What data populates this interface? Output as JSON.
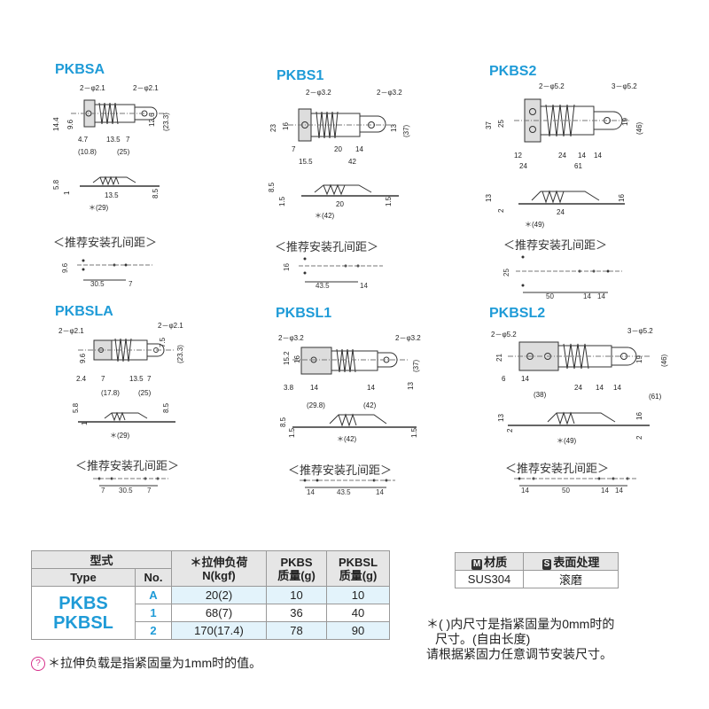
{
  "titles": {
    "pkbsa": "PKBSA",
    "pkbs1": "PKBS1",
    "pkbs2": "PKBS2",
    "pkbsla": "PKBSLA",
    "pkbsl1": "PKBSL1",
    "pkbsl2": "PKBSL2"
  },
  "hole_caption": "＜推荐安装孔间距＞",
  "dims": {
    "pkbsa": {
      "h1": "2－φ2.1",
      "h2": "2－φ2.1",
      "d144": "14.4",
      "d96": "9.6",
      "d47": "4.7",
      "d108": "(10.8)",
      "d135": "13.5",
      "d7": "7",
      "d25": "(25)",
      "d126": "12.6",
      "d233": "(23.3)",
      "d58": "5.8",
      "d1": "1",
      "d135b": "13.5",
      "d85": "8.5",
      "d29": "＊(29)",
      "hd96": "9.6",
      "hd305": "30.5",
      "hd7": "7"
    },
    "pkbs1": {
      "h1": "2－φ3.2",
      "h2": "2－φ3.2",
      "d23": "23",
      "d16": "16",
      "d7": "7",
      "d155": "15.5",
      "d20": "20",
      "d14": "14",
      "d42": "42",
      "d13": "13",
      "d37": "(37)",
      "d85": "8.5",
      "d15": "1.5",
      "d20b": "20",
      "d15b": "1.5",
      "d42b": "＊(42)",
      "hd16": "16",
      "hd435": "43.5",
      "hd14": "14"
    },
    "pkbs2": {
      "h1": "2－φ5.2",
      "h2": "3－φ5.2",
      "d37": "37",
      "d25": "25",
      "d12": "12",
      "d24": "24",
      "d24b": "24",
      "d14": "14",
      "d14b": "14",
      "d61": "61",
      "d19": "19",
      "d46": "(46)",
      "d13": "13",
      "d2": "2",
      "d24c": "24",
      "d49": "＊(49)",
      "d16": "16",
      "hd25": "25",
      "hd50": "50",
      "hd14": "14",
      "hd14b": "14"
    }
  },
  "dims2": {
    "pkbsla": {
      "h1": "2－φ2.1",
      "h2": "2－φ2.1",
      "d96": "9.6",
      "d75": "7.5",
      "d233": "(23.3)",
      "d24": "2.4",
      "d7": "7",
      "d178": "(17.8)",
      "d135": "13.5",
      "d7b": "7",
      "d25": "(25)",
      "d58": "5.8",
      "d1": "1",
      "d85": "8.5",
      "d29": "＊(29)",
      "hd7": "7",
      "hd305": "30.5",
      "hd7b": "7"
    },
    "pkbsl1": {
      "h1": "2－φ3.2",
      "h2": "2－φ3.2",
      "d152": "15.2",
      "d16": "16",
      "d38": "3.8",
      "d14": "14",
      "d14b": "14",
      "d37": "(37)",
      "d298": "(29.8)",
      "d42": "(42)",
      "d13": "13",
      "d85": "8.5",
      "d15": "1.5",
      "d42b": "＊(42)",
      "d15b": "1.5",
      "hd14": "14",
      "hd435": "43.5",
      "hd14b": "14"
    },
    "pkbsl2": {
      "h1": "2－φ5.2",
      "h2": "3－φ5.2",
      "d21": "21",
      "d6": "6",
      "d14": "14",
      "d38": "(38)",
      "d24": "24",
      "d14b": "14",
      "d14c": "14",
      "d19": "19",
      "d46": "(46)",
      "d61": "(61)",
      "d13": "13",
      "d2": "2",
      "d49": "＊(49)",
      "d16": "16",
      "d2b": "2",
      "hd14": "14",
      "hd50": "50",
      "hd14b": "14",
      "hd14c": "14"
    }
  },
  "spec_table": {
    "h_type": "型式",
    "h_type2": "Type",
    "h_no": "No.",
    "h_load": "＊拉伸负荷",
    "h_load2": "N(kgf)",
    "h_pkbs": "PKBS",
    "h_pkbs2": "质量(g)",
    "h_pkbsl": "PKBSL",
    "h_pkbsl2": "质量(g)",
    "type_a": "PKBS",
    "type_b": "PKBSL",
    "rows": [
      {
        "no": "A",
        "load": "20(2)",
        "pkbs": "10",
        "pkbsl": "10"
      },
      {
        "no": "1",
        "load": "68(7)",
        "pkbs": "36",
        "pkbsl": "40"
      },
      {
        "no": "2",
        "load": "170(17.4)",
        "pkbs": "78",
        "pkbsl": "90"
      }
    ]
  },
  "material_table": {
    "badge_m": "M",
    "h_material": "材质",
    "badge_s": "S",
    "h_surface": "表面处理",
    "material": "SUS304",
    "surface": "滚磨"
  },
  "notes": {
    "tip_icon": "?",
    "load_note": "＊拉伸负载是指紧固量为1mm时的值。",
    "paren_note_1": "＊( )内尺寸是指紧固量为0mm时的",
    "paren_note_2": "尺寸。(自由长度)",
    "paren_note_3": "请根据紧固力任意调节安装尺寸。"
  }
}
